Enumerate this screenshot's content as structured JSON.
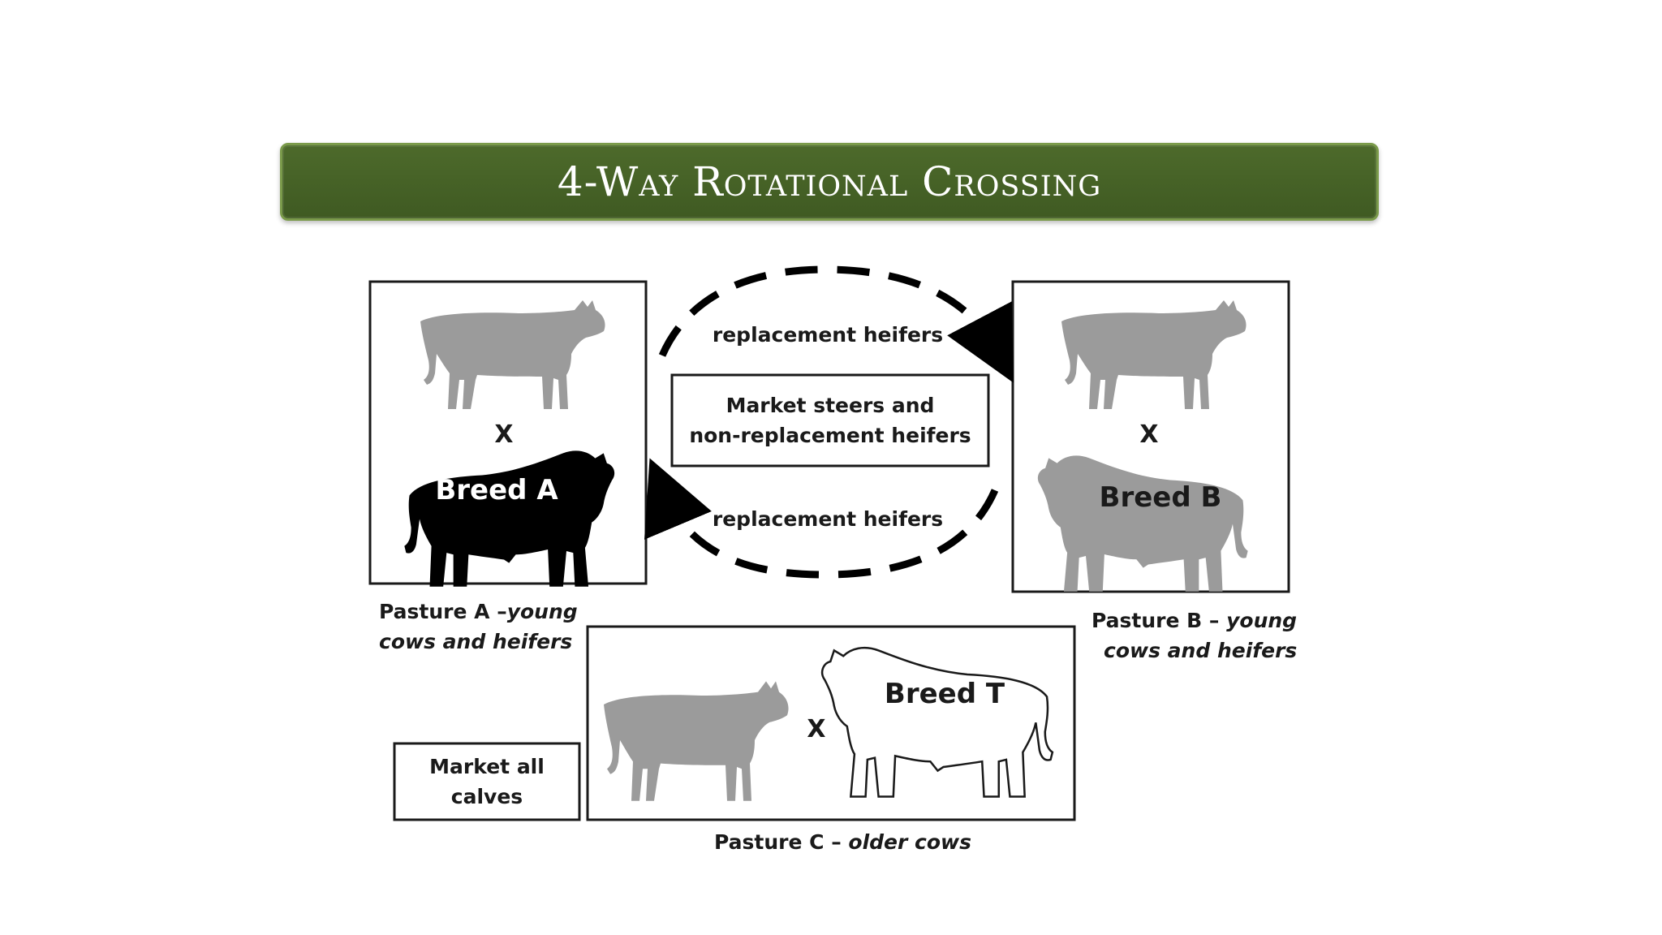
{
  "title": "4-Way Rotational Crossing",
  "diagram": {
    "cross_symbol": "X",
    "pasture_a": {
      "breed": "Breed A",
      "label_main": "Pasture A –",
      "label_italic_1": "young",
      "label_italic_2": "cows and heifers"
    },
    "pasture_b": {
      "breed": "Breed B",
      "label_main": "Pasture B – ",
      "label_italic_1": "young",
      "label_italic_2": "cows and heifers"
    },
    "pasture_c": {
      "breed": "Breed T",
      "label_main": "Pasture C – ",
      "label_italic": "older cows"
    },
    "replacement_top": "replacement heifers",
    "replacement_bottom": "replacement heifers",
    "market_steers_line1": "Market steers and",
    "market_steers_line2": "non-replacement heifers",
    "market_all_line1": "Market all",
    "market_all_line2": "calves"
  },
  "colors": {
    "title_bar": "#4d6a2b",
    "cow_gray": "#9b9b9b",
    "bull_black": "#000000"
  },
  "icons": [
    "cow-silhouette",
    "bull-silhouette",
    "bull-outline",
    "dashed-cycle-arrow"
  ]
}
